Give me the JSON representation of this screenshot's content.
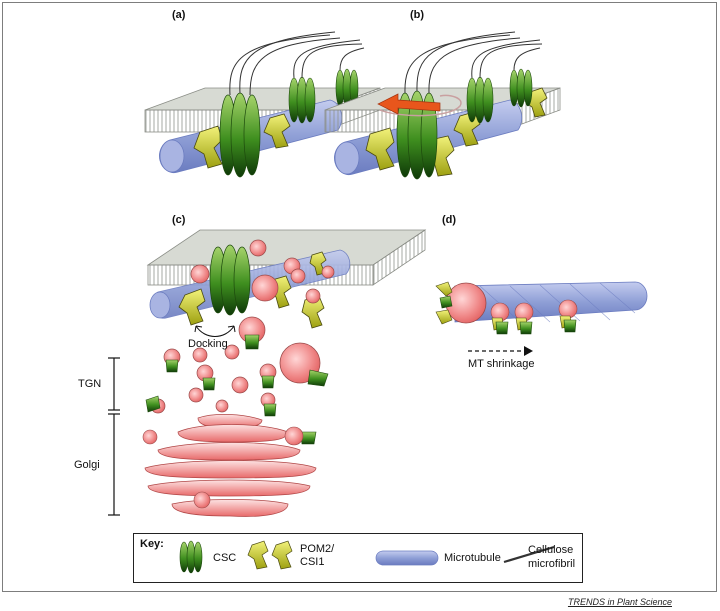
{
  "panels": {
    "a": "(a)",
    "b": "(b)",
    "c": "(c)",
    "d": "(d)"
  },
  "labels": {
    "docking": "Docking",
    "tgn": "TGN",
    "golgi": "Golgi",
    "mt_shrinkage": "MT shrinkage"
  },
  "key": {
    "title": "Key:",
    "csc": "CSC",
    "pom2_line1": "POM2/",
    "pom2_line2": "CSI1",
    "microtubule": "Microtubule",
    "cellulose_line1": "Cellulose",
    "cellulose_line2": "microfibril"
  },
  "credit": "TRENDS in Plant Science",
  "colors": {
    "csc_green": "#3f8f1f",
    "pom2_yellow": "#d9dc2a",
    "microtubule_blue": "#8f9fd6",
    "vesicle_red": "#f08a8a",
    "membrane_gray": "#cfd3cc",
    "arrow_orange": "#e8561c"
  }
}
